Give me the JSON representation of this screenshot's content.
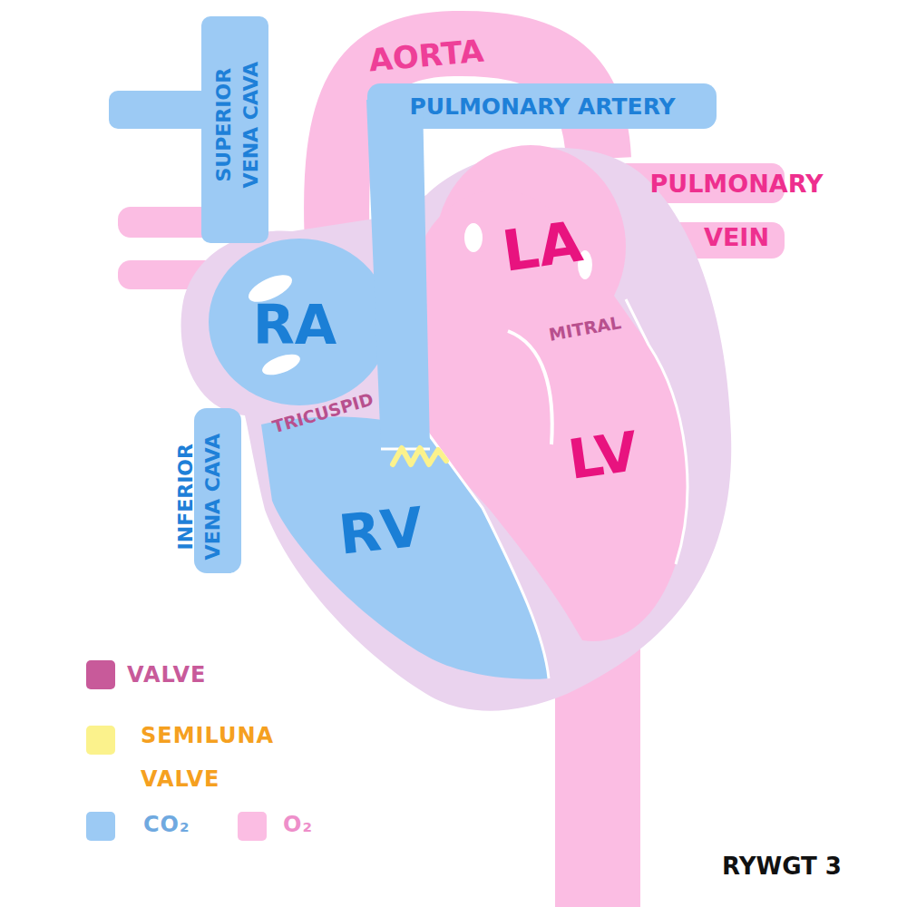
{
  "diagram": {
    "labels": [
      "AORTA",
      "SUPERIOR VENA CAVA",
      "PULMONARY ARTERY",
      "PULMONARY VEIN",
      "LA",
      "RA",
      "MITRAL",
      "TRICUSPID",
      "LV",
      "INFERIOR VENA CAVA",
      "RV",
      "RYWGT 3"
    ],
    "legend": [
      {
        "text": "VALVE",
        "color": "#c85a9a"
      },
      {
        "text": "SEMILUNA VALVE",
        "color": "#fbf28c"
      },
      {
        "text": "CO₂",
        "color": "#9ccaf4"
      },
      {
        "text": "O₂",
        "color": "#fbbde3"
      }
    ]
  }
}
